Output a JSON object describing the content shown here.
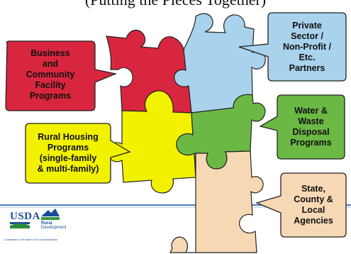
{
  "heading": "(Putting the Pieces Together)",
  "callouts": {
    "business": [
      "Business",
      "and",
      "Community",
      "Facility",
      "Programs"
    ],
    "private": [
      "Private",
      "Sector /",
      "Non-Profit /",
      "Etc.",
      "Partners"
    ],
    "water": [
      "Water &",
      "Waste",
      "Disposal",
      "Programs"
    ],
    "housing": [
      "Rural Housing",
      "Programs",
      "(single-family",
      "& multi-family)"
    ],
    "state": [
      "State,",
      "County &",
      "Local",
      "Agencies"
    ]
  },
  "logo": {
    "agency": "USDA",
    "unit": "Rural",
    "unit_sub": "Development",
    "tagline": "Committed to the future of rural communities"
  },
  "colors": {
    "red_piece": "#d8263f",
    "blue_piece": "#a9d2ec",
    "yellow_piece": "#f2f200",
    "green_piece": "#6cb845",
    "peach_piece": "#f7d8b4",
    "business_callout": "#d8263f",
    "private_callout": "#a9d2ec",
    "water_callout": "#6cb845",
    "housing_callout": "#f2f200",
    "state_callout": "#f7d8b4"
  }
}
